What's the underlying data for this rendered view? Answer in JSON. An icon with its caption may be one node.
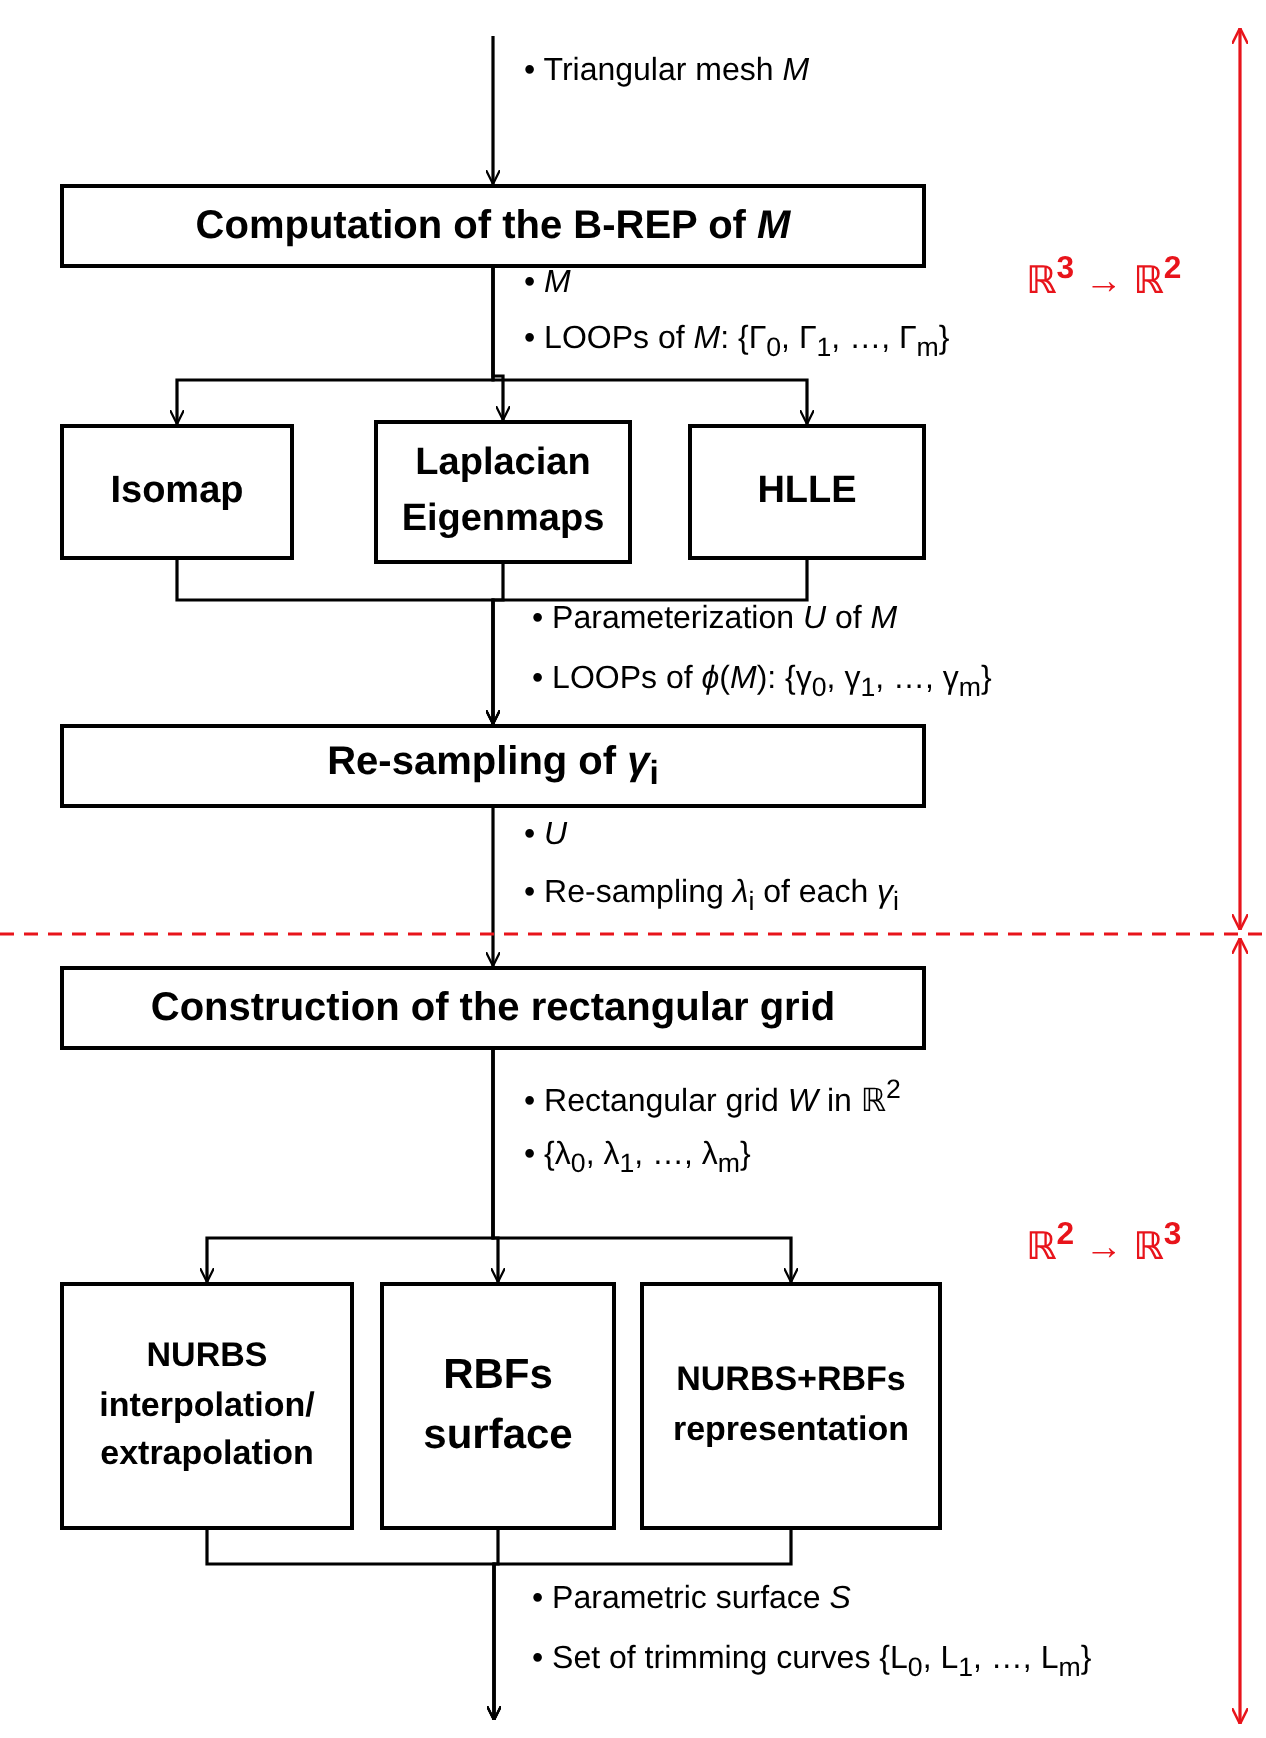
{
  "diagram": {
    "nodes": [
      {
        "text": [
          "Computation of the B-REP of *M*"
        ]
      },
      {
        "text": [
          "Isomap"
        ]
      },
      {
        "text": [
          "Laplacian Eigenmaps"
        ]
      },
      {
        "text": [
          "HLLE"
        ]
      },
      {
        "text": [
          "Re-sampling of *γ*$_{i}$"
        ]
      },
      {
        "text": [
          "Construction of the rectangular grid"
        ]
      },
      {
        "text": [
          "NURBS interpolation/ extrapolation"
        ]
      },
      {
        "text": [
          "RBFs surface"
        ]
      },
      {
        "text": [
          "NURBS+RBFs representation"
        ]
      }
    ],
    "edges": [
      {
        "from": null,
        "to": 0,
        "arrow": "to"
      },
      {
        "from": 0,
        "to": 1,
        "arrow": "to"
      },
      {
        "from": 0,
        "to": 2,
        "arrow": "to"
      },
      {
        "from": 0,
        "to": 3,
        "arrow": "to"
      },
      {
        "from": 1,
        "to": 4,
        "arrow": "to"
      },
      {
        "from": 2,
        "to": 4,
        "arrow": "to"
      },
      {
        "from": 3,
        "to": 4,
        "arrow": "to"
      },
      {
        "from": 4,
        "to": 5,
        "arrow": "to"
      },
      {
        "from": 5,
        "to": 6,
        "arrow": "to"
      },
      {
        "from": 5,
        "to": 7,
        "arrow": "to"
      },
      {
        "from": 5,
        "to": 8,
        "arrow": "to"
      },
      {
        "from": 6,
        "to": null,
        "arrow": "to"
      },
      {
        "from": 7,
        "to": null,
        "arrow": "to"
      },
      {
        "from": 8,
        "to": null,
        "arrow": "to"
      }
    ],
    "labels": [
      "• Triangular mesh *M*",
      "• *M*",
      "• LOOPs of *M*: {Γ$_{0}$, Γ$_{1}$, …, Γ$_{m}$}",
      "• Parameterization *U* of *M*",
      "• LOOPs of *ϕ*(*M*): {γ$_{0}$, γ$_{1}$, …, γ$_{m}$}",
      "• *U*",
      "• Re-sampling *λ*$_{i}$ of each *γ*$_{i}$",
      "• Rectangular grid *W* in ℝ$^{2}$",
      "• {λ$_{0}$, λ$_{1}$, …, λ$_{m}$}",
      "• Parametric surface *S*",
      "• Set of trimming curves {L$_{0}$, L$_{1}$, …, L$_{m}$}",
      "ℝ$^{3}$ → ℝ$^{2}$",
      "ℝ$^{2}$ → ℝ$^{3}$"
    ]
  }
}
